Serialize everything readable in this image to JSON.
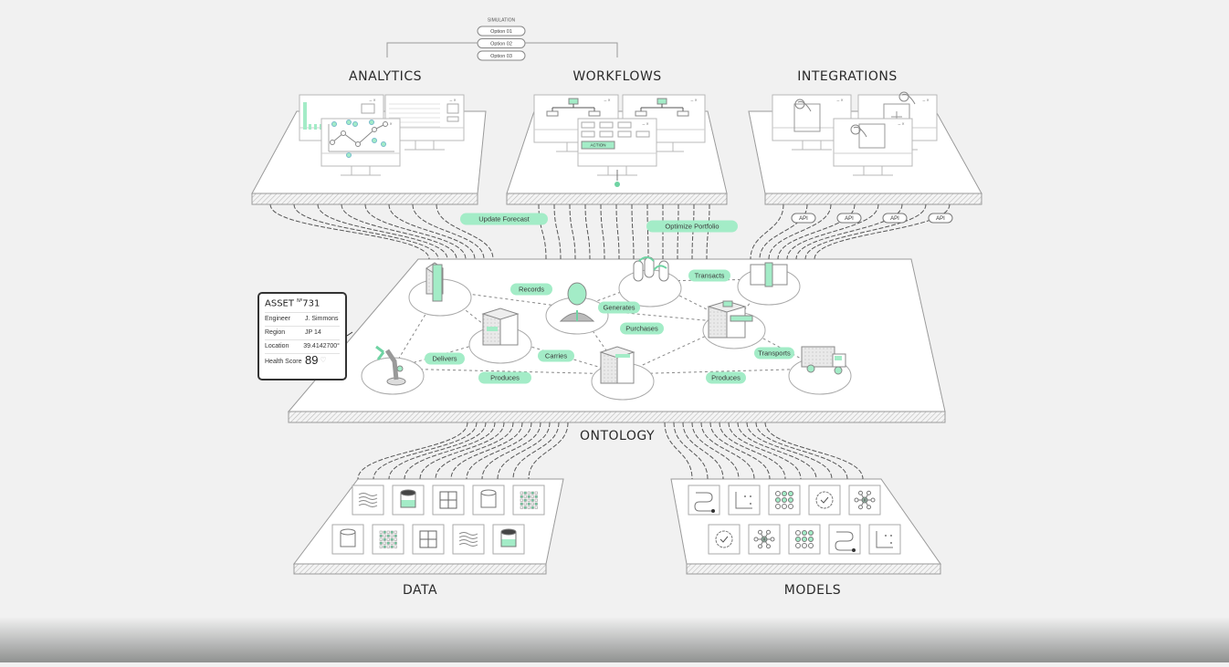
{
  "sections": {
    "analytics": "ANALYTICS",
    "workflows": "WORKFLOWS",
    "integrations": "INTEGRATIONS",
    "ontology": "ONTOLOGY",
    "data": "DATA",
    "models": "MODELS"
  },
  "simulation": {
    "title": "SIMULATION",
    "options": [
      "Option 01",
      "Option 02",
      "Option 03"
    ]
  },
  "workflows": {
    "action_label": "ACTION"
  },
  "actions": {
    "update_forecast": "Update Forecast",
    "optimize_portfolio": "Optimize Portfolio"
  },
  "api_labels": [
    "API",
    "API",
    "API",
    "API"
  ],
  "relations": {
    "records": "Records",
    "generates": "Generates",
    "purchases": "Purchases",
    "transacts": "Transacts",
    "transports": "Transports",
    "produces_right": "Produces",
    "delivers": "Delivers",
    "carries": "Carries",
    "produces_left": "Produces"
  },
  "objects": [
    "office-buildings",
    "person",
    "refinery",
    "cash-stack",
    "warehouse",
    "store",
    "box",
    "truck",
    "robot-arm"
  ],
  "asset_card": {
    "title": "ASSET",
    "number_prefix": "Nº",
    "number": "731",
    "rows": [
      {
        "label": "Engineer",
        "value": "J. Simmons"
      },
      {
        "label": "Region",
        "value": "JP 14"
      },
      {
        "label": "Location",
        "value": "39.4142700°"
      }
    ],
    "health_label": "Health Score",
    "health_score": "89"
  },
  "data_tiles": [
    "waves",
    "database-filled",
    "grid",
    "database",
    "dot-matrix",
    "database",
    "dot-matrix",
    "grid",
    "waves",
    "database-filled"
  ],
  "model_tiles": [
    "path",
    "scatter",
    "neural-net",
    "gear-check",
    "hub",
    "gear-check",
    "hub",
    "neural-net",
    "path",
    "scatter"
  ],
  "colors": {
    "accent": "#a3ecc7",
    "accent_dark": "#6fd3a3",
    "line": "#555555",
    "background": "#f1f1f1"
  }
}
